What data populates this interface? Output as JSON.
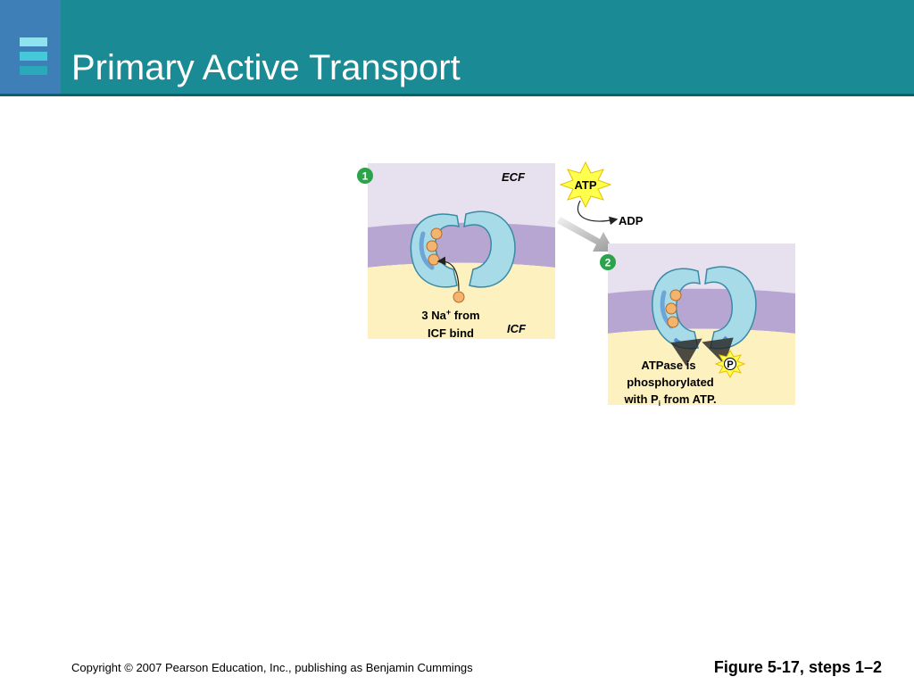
{
  "slide": {
    "title": "Primary Active Transport",
    "copyright": "Copyright © 2007 Pearson Education, Inc., publishing as Benjamin Cummings",
    "figure_ref": "Figure 5-17, steps 1–2"
  },
  "diagram": {
    "step1": {
      "number": "1",
      "ecf_label": "ECF",
      "icf_label": "ICF",
      "caption_line1_prefix": "3 Na",
      "caption_line1_sup": "+",
      "caption_line1_suffix": " from",
      "caption_line2": "ICF bind"
    },
    "atp_label": "ATP",
    "adp_label": "ADP",
    "step2": {
      "number": "2",
      "phosphate_label": "P",
      "caption_line1": "ATPase is",
      "caption_line2": "phosphorylated",
      "caption_line3_prefix": "with P",
      "caption_line3_sub": "i",
      "caption_line3_suffix": " from ATP."
    },
    "colors": {
      "header": "#1a8a95",
      "ecf": "#e6e0ef",
      "membrane": "#b7a6d2",
      "icf": "#fdf1bf",
      "protein": "#a7dbe8",
      "ion": "#f4b46e",
      "step_badge": "#2aa34a",
      "atp_burst": "#ffff4d"
    }
  }
}
